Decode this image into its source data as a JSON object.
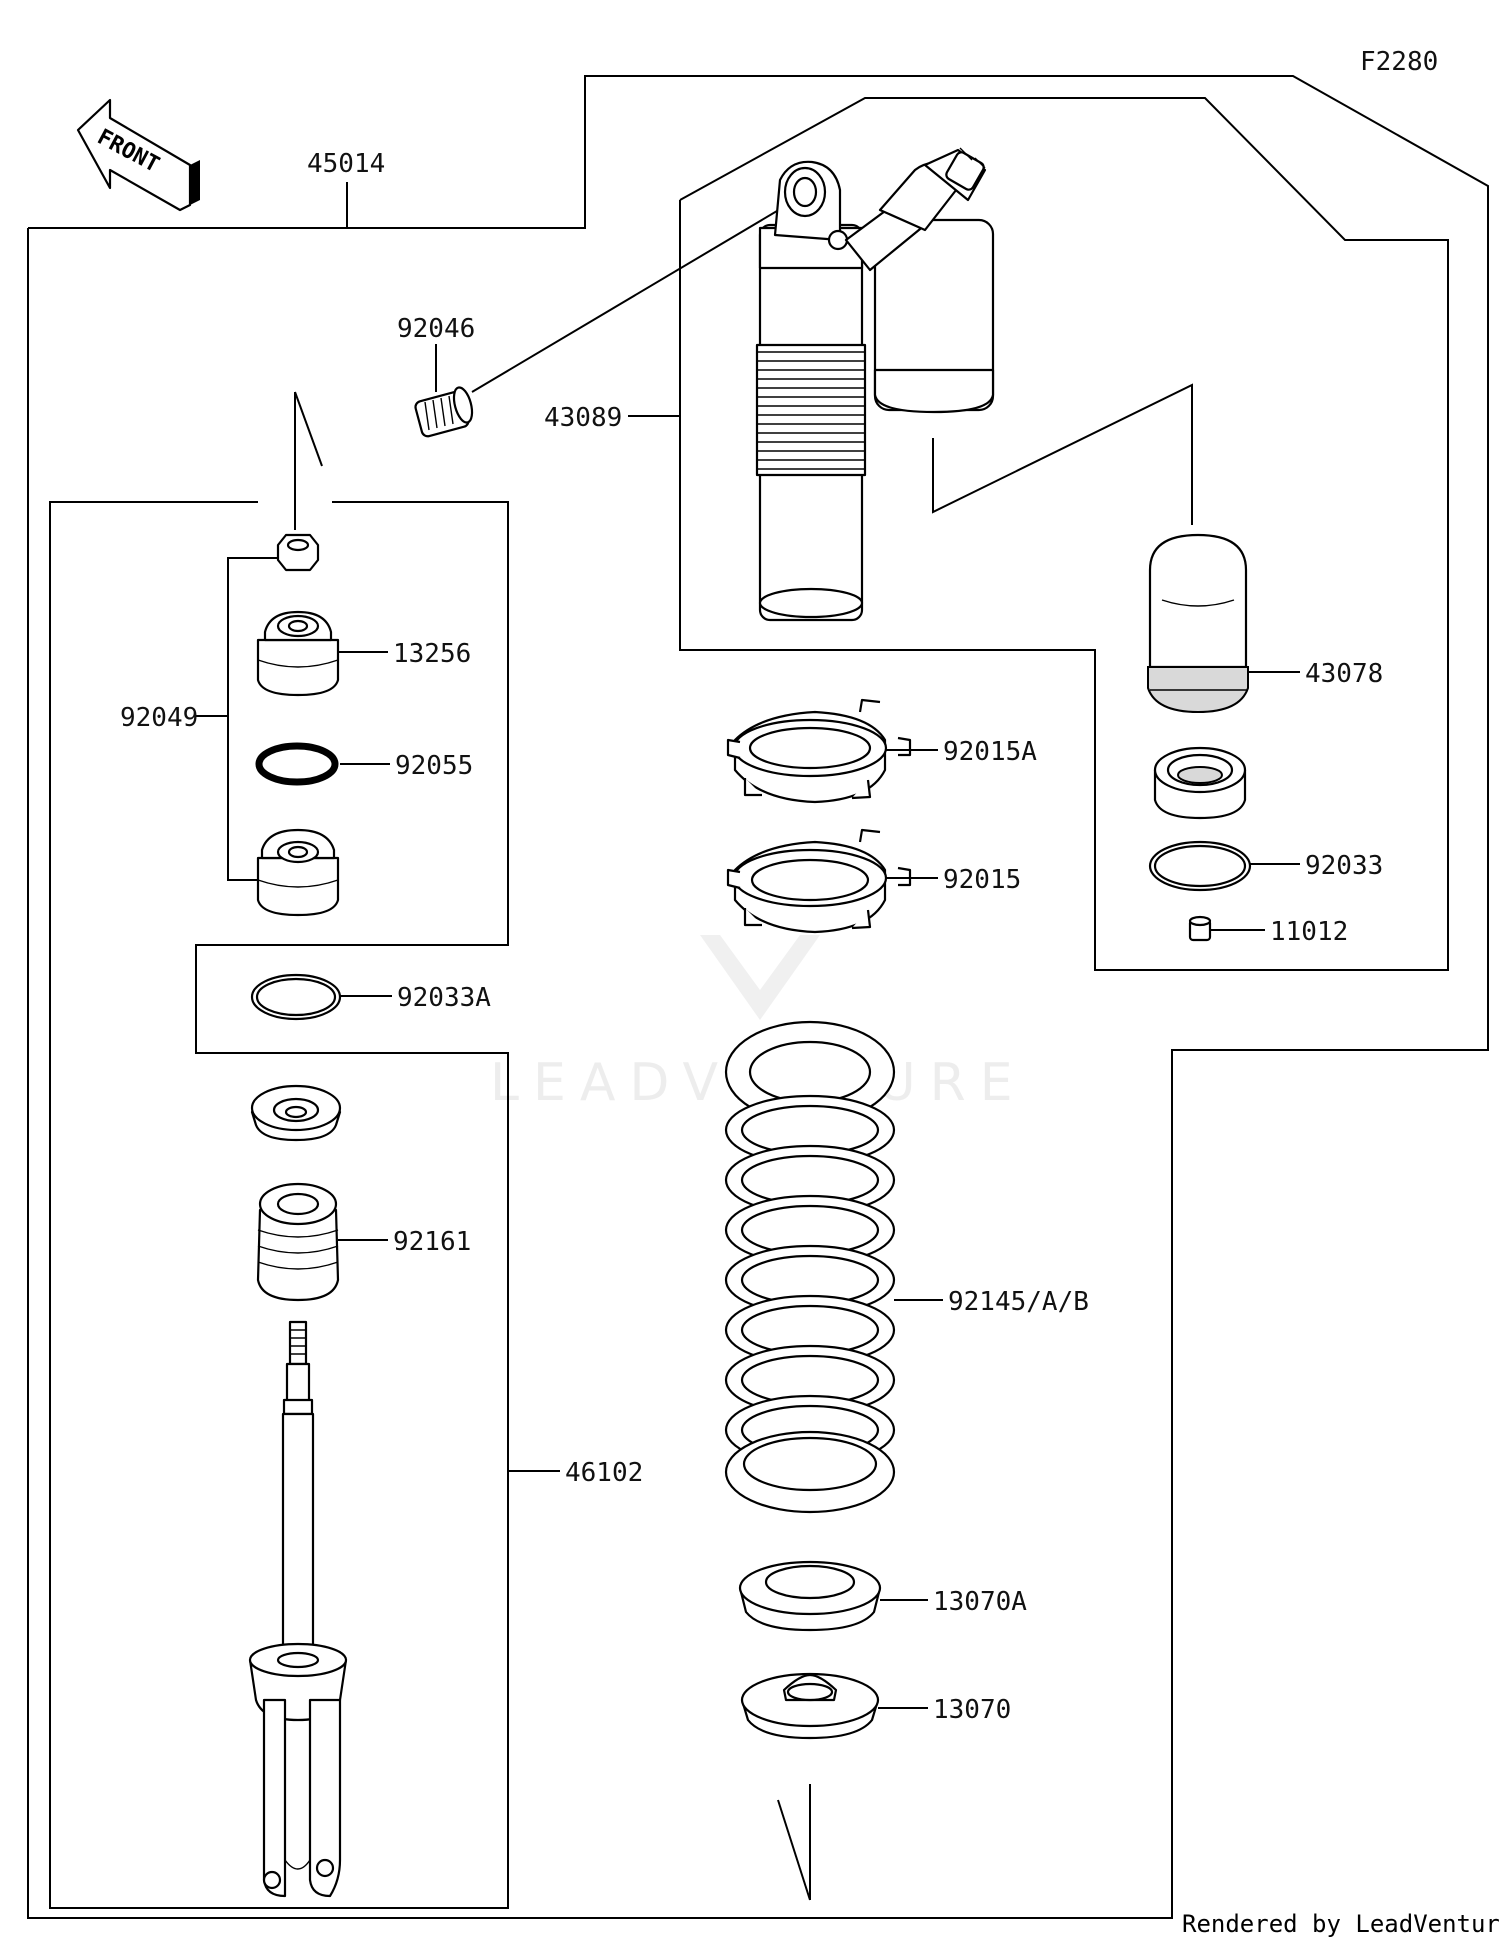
{
  "diagram": {
    "figure_code": "F2280",
    "front_label": "FRONT",
    "watermark": "LEADVENTURE",
    "credit": "Rendered by LeadVenture, Inc."
  },
  "part_labels": {
    "p45014": "45014",
    "p92046": "92046",
    "p43089": "43089",
    "p43078": "43078",
    "p13256": "13256",
    "p92049": "92049",
    "p92055": "92055",
    "p92015A": "92015A",
    "p92015": "92015",
    "p92033": "92033",
    "p11012": "11012",
    "p92033A": "92033A",
    "p92161": "92161",
    "p92145": "92145/A/B",
    "p46102": "46102",
    "p13070A": "13070A",
    "p13070": "13070"
  }
}
